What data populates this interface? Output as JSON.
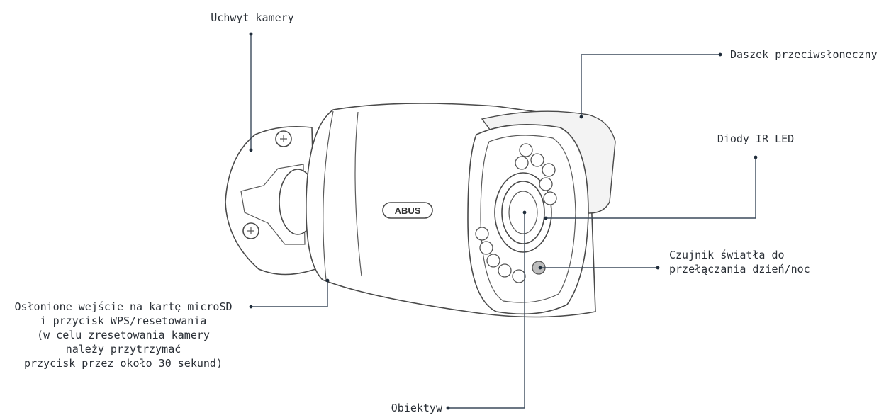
{
  "labels": {
    "mount": "Uchwyt kamery",
    "sunshield": "Daszek przeciwsłoneczny",
    "ir_leds": "Diody IR LED",
    "light_sensor": [
      "Czujnik światła do",
      "przełączania dzień/noc"
    ],
    "microsd": [
      "Osłonione wejście na kartę microSD",
      "i przycisk WPS/resetowania",
      "(w celu zresetowania kamery",
      "należy przytrzymać",
      "przycisk przez około 30 sekund)"
    ],
    "lens": "Obiektyw"
  },
  "brand": "ABUS",
  "colors": {
    "leader_line": "#3b4a5c",
    "text": "#2a2f36",
    "outline": "#4a4a4a"
  }
}
